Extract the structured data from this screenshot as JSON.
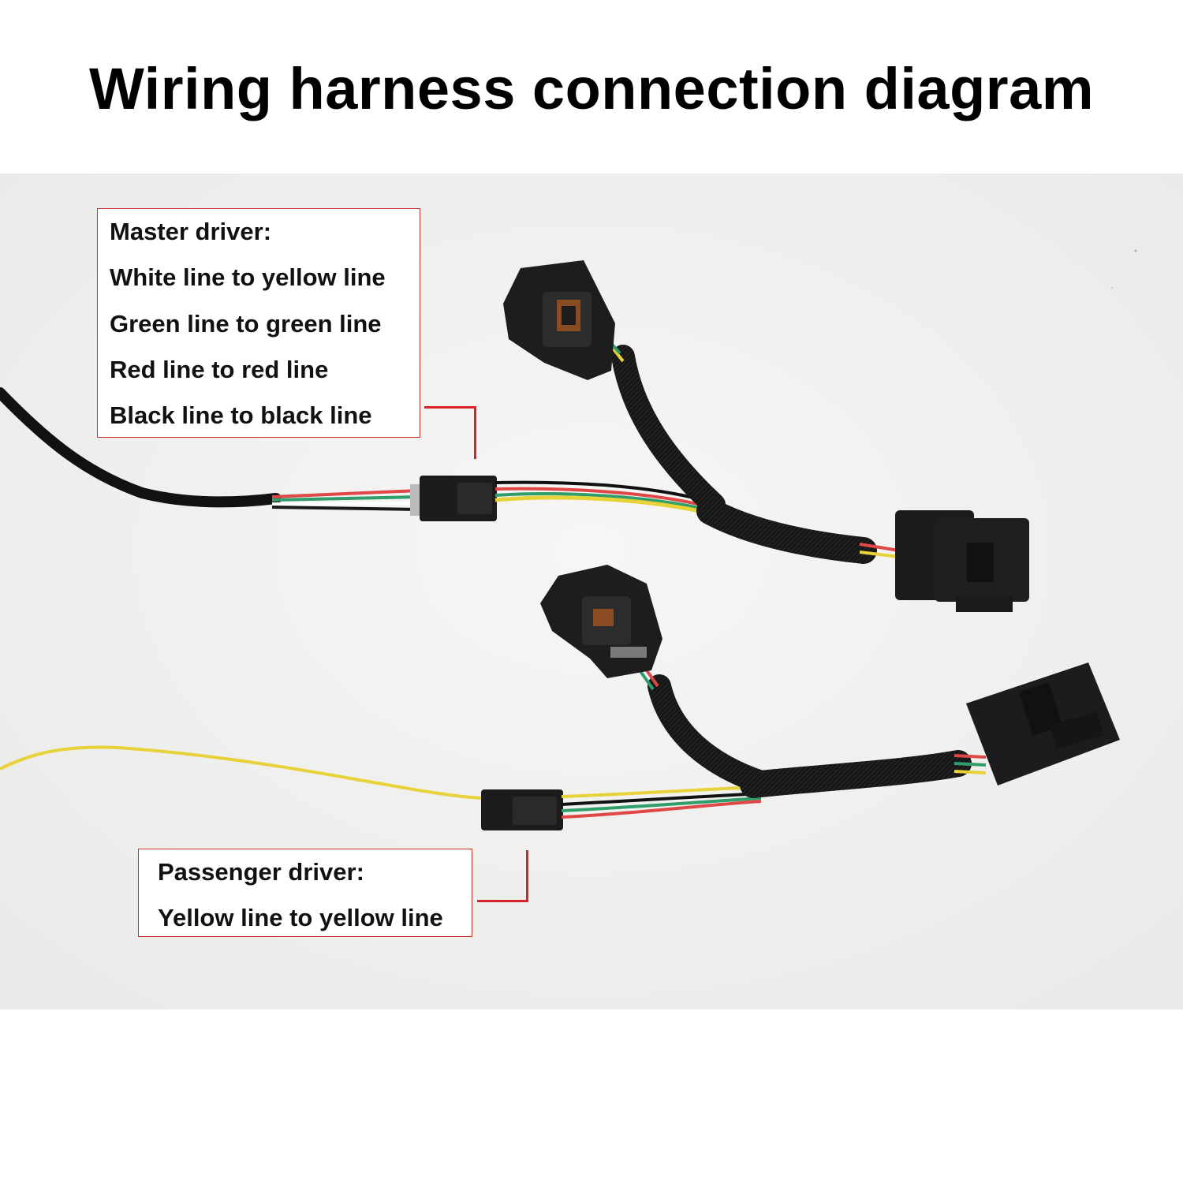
{
  "title": "Wiring harness connection diagram",
  "master_label": {
    "heading": "Master driver:",
    "lines": [
      "White line to yellow line",
      "Green line to green line",
      "Red line to red line",
      "Black line to black line"
    ]
  },
  "passenger_label": {
    "heading": "Passenger driver:",
    "lines": [
      "Yellow line to yellow line"
    ]
  },
  "colors": {
    "callout": "#d8232a",
    "label_border": "#c9302c",
    "photo_background": "#f1f1ef"
  }
}
